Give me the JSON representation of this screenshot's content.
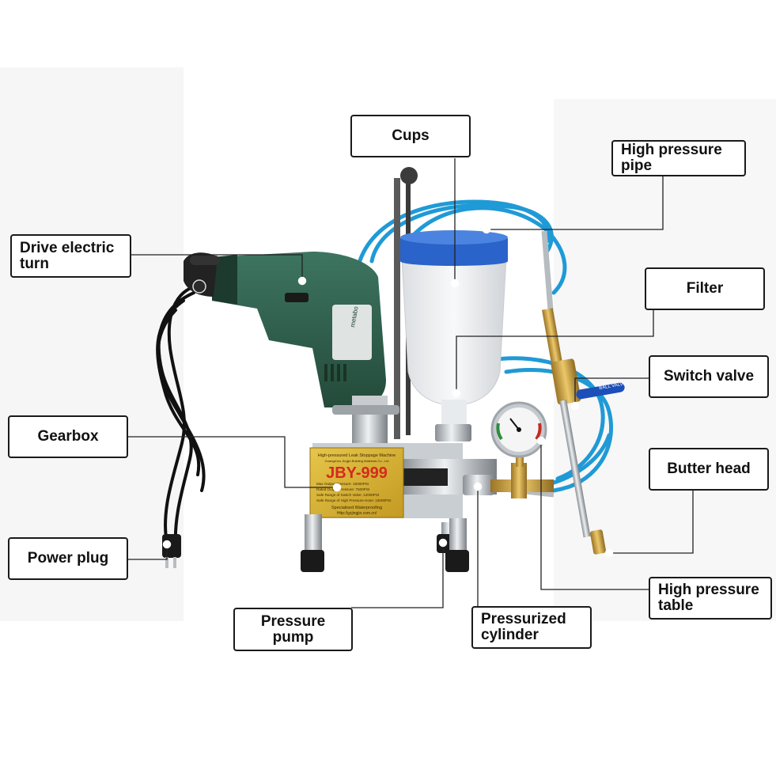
{
  "labels": {
    "cups": "Cups",
    "high_pressure_pipe": "High pressure\npipe",
    "drive_electric_turn": "Drive electric\nturn",
    "filter": "Filter",
    "switch_valve": "Switch valve",
    "gearbox": "Gearbox",
    "butter_head": "Butter head",
    "power_plug": "Power plug",
    "high_pressure_table": "High pressure\ntable",
    "pressure_pump": "Pressure pump",
    "pressurized_cylinder": "Pressurized\ncylinder"
  },
  "machine_plate": {
    "heading": "High-pressured Leak Stoppage Machine",
    "maker": "Guangzhou Jingjin Building Materials Co., Ltd",
    "model": "JBY-999",
    "spec_rows": [
      "Max Output Pressure:   15000PSI",
      "Rated Output Pressure:   7500PSI",
      "Safe Range of Switch Valve:   12000PSI",
      "Safe Range of High Pressure Hose:   15000PSI"
    ],
    "footer1": "Specialised Waterproofing",
    "footer2": "Http://gzjingjin.com.cn/"
  },
  "valve_tag": "BALL VALVES",
  "drill_brand": "metabo",
  "colors": {
    "hose": "#1f9ad6",
    "cup_lid": "#2a63c9",
    "drill_body": "#2f5e4a",
    "plate_gold": "#d9b634",
    "model_red": "#d42a1e",
    "brass": "#c89b3c",
    "line": "#222222"
  }
}
